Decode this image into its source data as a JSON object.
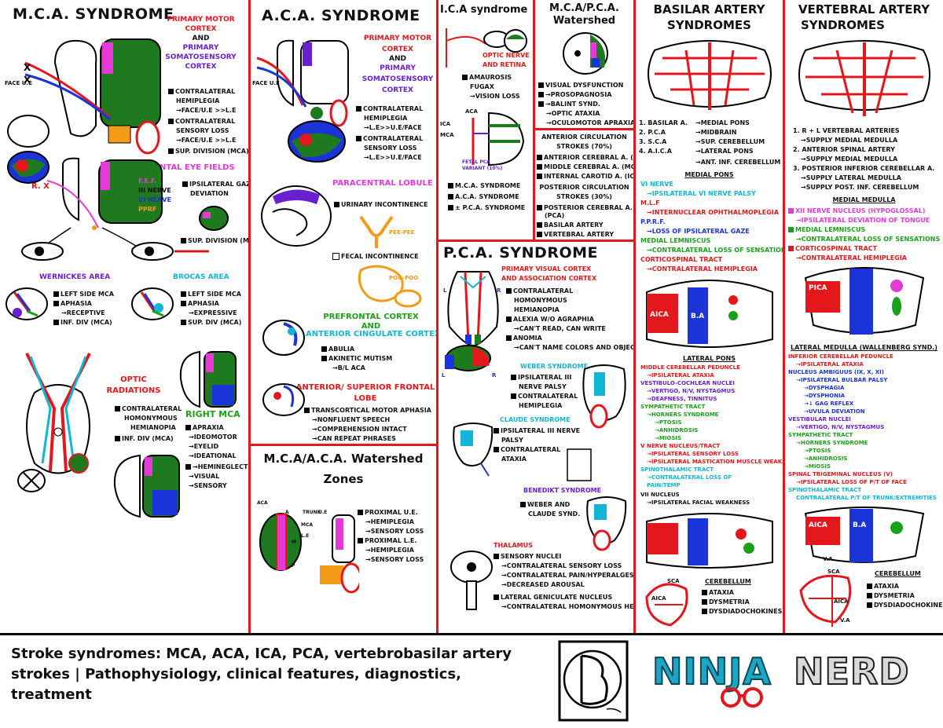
{
  "mca": {
    "title": "M.C.A. SYNDROME",
    "cortex": [
      "Primary motor",
      "cortex",
      "and",
      "Primary",
      "somatosensory",
      "cortex"
    ],
    "deficits": [
      "Contralateral",
      "Hemiplegia",
      "→Face/U.E >>L.E",
      "Contralateral",
      "Sensory loss",
      "→Face/U.E >>L.E",
      "Sup. division (MCA)"
    ],
    "face_label": "Face\nU.E",
    "fef_list": [
      "F.E.F.",
      "III Nerve",
      "VI Nerve",
      "PPRF"
    ],
    "gaze": [
      "Ipsilateral gaze",
      "deviation"
    ],
    "fef_title": "Frontal Eye Fields",
    "gaze_sup": "Sup. division (MCA)",
    "rx": "R. X",
    "wernicke_title": "Wernickes area",
    "wernicke": [
      "Left side MCA",
      "Aphasia",
      "→Receptive",
      "Inf. div (MCA)"
    ],
    "broca_title": "Brocas Area",
    "broca": [
      "Left side MCA",
      "Aphasia",
      "→Expressive",
      "Sup. div (MCA)"
    ],
    "optic_title": [
      "Optic",
      "Radiations"
    ],
    "optic": [
      "Contralateral",
      "Homonymous",
      "Hemianopia",
      "Inf. div (MCA)"
    ],
    "right_title": "Right MCA",
    "right": [
      "Apraxia",
      "→Ideomotor",
      "→Eyelid",
      "→Ideational",
      "→Hemineglect",
      "→Visual",
      "→Sensory"
    ]
  },
  "aca": {
    "title": "A.C.A. SYNDROME",
    "cortex": [
      "Primary motor",
      "cortex",
      "and",
      "Primary",
      "somatosensory",
      "cortex"
    ],
    "deficits": [
      "Contralateral",
      "Hemiplegia",
      "→L.E>>U.E/Face",
      "Contralateral",
      "Sensory loss",
      "→L.E>>U.E/Face"
    ],
    "face_label": "Face\nU.E",
    "paracentral": "Paracentral Lobule",
    "urinary": "Urinary incontinence",
    "pee": "Pee-Pee",
    "fecal": "Fecal incontinence",
    "poo": "Poo-Poo",
    "prefrontal_title": [
      "Prefrontal Cortex",
      "and",
      "Anterior Cingulate Cortex"
    ],
    "prefrontal": [
      "Abulia",
      "Akinetic Mutism",
      "→B/L ACA"
    ],
    "frontal_title": [
      "Anterior/ Superior Frontal",
      "Lobe"
    ],
    "frontal": [
      "Transcortical motor aphasia",
      "→Nonfluent speech",
      "→Comprehension intact",
      "→Can repeat phrases"
    ]
  },
  "watershed_mca_aca": {
    "title": [
      "M.C.A/A.C.A. Watershed",
      "Zones"
    ],
    "labels": [
      "ACA",
      "A",
      "M",
      "P",
      "Trunk",
      "MCA",
      "U.E",
      "L.E"
    ],
    "items": [
      "Proximal U.E.",
      "→Hemiplegia",
      "→Sensory loss",
      "Proximal L.E.",
      "→Hemiplegia",
      "→Sensory loss"
    ]
  },
  "ica": {
    "title": "I.C.A syndrome",
    "optic": [
      "Optic nerve",
      "and retina"
    ],
    "items": [
      "Amaurosis",
      "fugax",
      "→Vision loss"
    ],
    "syndromes": [
      "M.C.A. Syndrome",
      "A.C.A. Syndrome",
      "± P.C.A. Syndrome"
    ],
    "labels": [
      "ICA",
      "ACA",
      "MCA",
      "Fetal PCA",
      "Variant (10%)"
    ]
  },
  "watershed_mca_pca": {
    "title": [
      "M.C.A/P.C.A.",
      "Watershed"
    ],
    "items": [
      "Visual Dysfunction",
      "→Prosopagnosia",
      "→Balint Synd.",
      "→Optic ataxia",
      "→Oculomotor apraxia"
    ]
  },
  "circulation": {
    "anterior_title": [
      "Anterior Circulation",
      "Strokes (70%)"
    ],
    "anterior": [
      "Anterior cerebral A. (ACA)",
      "Middle cerebral A. (MCA)",
      "Internal carotid A. (ICA)"
    ],
    "posterior_title": [
      "Posterior Circulation",
      "Strokes (30%)"
    ],
    "posterior": [
      "Posterior cerebral A.",
      "(PCA)",
      "Basilar Artery",
      "Vertebral Artery"
    ]
  },
  "pca": {
    "title": "P.C.A. SYNDROME",
    "visual_title": [
      "Primary visual cortex",
      "and association cortex"
    ],
    "visual": [
      "Contralateral",
      "Homonymous",
      "Hemianopia",
      "Alexia w/o agraphia",
      "→Can't read, can write",
      "Anomia",
      "→Can't name colors and objects"
    ],
    "lr": [
      "L",
      "R",
      "L",
      "R"
    ],
    "weber_title": "Weber Syndrome",
    "weber": [
      "Ipsilateral III",
      "nerve palsy",
      "Contralateral",
      "hemiplegia"
    ],
    "claude_title": "Claude Syndrome",
    "claude": [
      "Ipsilateral III nerve",
      "palsy",
      "Contralateral",
      "ataxia"
    ],
    "benedikt_title": "Benedikt Syndrome",
    "benedikt": [
      "Weber and",
      "Claude Synd."
    ],
    "thalamus_title": "Thalamus",
    "thalamus": [
      "Sensory Nuclei",
      "→Contralateral Sensory loss",
      "→Contralateral Pain/Hyperalgesia",
      "→Decreased arousal",
      "Lateral geniculate nucleus",
      "→Contralateral Homonymous Hemianopia"
    ]
  },
  "basilar": {
    "title": [
      "BASILAR ARTERY",
      "SYNDROMES"
    ],
    "list": [
      "1. Basilar A.",
      "2. P.C.A",
      "3. S.C.A",
      "4. A.I.C.A",
      "→Medial pons",
      "→Midbrain",
      "→Sup. Cerebellum",
      "→Lateral pons",
      "→Ant. Inf. Cerebellum"
    ],
    "medial_pons": "Medial Pons",
    "tracts": [
      "VI nerve",
      "→Ipsilateral VI nerve palsy",
      "M.L.F",
      "→Internuclear ophthalmoplegia",
      "P.P.R.F.",
      "→Loss of ipsilateral gaze",
      "Medial Lemniscus",
      "→Contralateral loss of sensations",
      "Corticospinal tract",
      "→Contralateral hemiplegia"
    ],
    "lateral_pons": "Lateral pons",
    "lateral": [
      "Middle cerebellar peduncle",
      "→Ipsilateral ataxia",
      "Vestibulo-cochlear nuclei",
      "→Vertigo, N/V, Nystagmus",
      "→Deafness, Tinnitus",
      "Sympathetic tract",
      "→Horners syndrome",
      "→Ptosis",
      "→Anhidrosis",
      "→Miosis",
      "V nerve nucleus/tract",
      "→Ipsilateral sensory loss",
      "→Ipsilateral mastication muscle weakness",
      "Spinothalamic tract",
      "→Contralateral loss of",
      "pain/temp",
      "VII nucleus",
      "→Ipsilateral facial weakness"
    ],
    "cerebellum_title": "Cerebellum",
    "cerebellum": [
      "Ataxia",
      "Dysmetria",
      "Dysdiadochokinesis"
    ],
    "labels": [
      "SCA",
      "AICA",
      "B.A",
      "AICA"
    ]
  },
  "vertebral": {
    "title": [
      "VERTEBRAL ARTERY",
      "SYNDROMES"
    ],
    "list": [
      "1. R + L vertebral arteries",
      "→Supply medial medulla",
      "2. Anterior spinal artery",
      "→Supply medial medulla",
      "3. Posterior inferior cerebellar A.",
      "→Supply lateral medulla",
      "→Supply post. inf. Cerebellum"
    ],
    "medial_medulla": "Medial medulla",
    "medial": [
      "XII nerve nucleus (Hypoglossal)",
      "→Ipsilateral deviation of tongue",
      "Medial Lemniscus",
      "→Contralateral loss of sensations",
      "Corticospinal tract",
      "→Contralateral Hemiplegia"
    ],
    "lateral_medulla": "Lateral medulla (Wallenberg Synd.)",
    "lateral": [
      "Inferior cerebellar peduncle",
      "→Ipsilateral ataxia",
      "Nucleus ambiguus (IX, X, XI)",
      "→Ipsilateral bulbar palsy",
      "→Dysphagia",
      "→Dysphonia",
      "→↓ Gag reflex",
      "→Uvula deviation",
      "Vestibular nuclei",
      "→Vertigo, N/V, Nystagmus",
      "Sympathetic tract",
      "→Horners Syndrome",
      "→Ptosis",
      "→Anhidrosis",
      "→Miosis",
      "Spinal trigeminal nucleus (V)",
      "→Ipsilateral loss of p/t of face",
      "Spinothalamic tract",
      "Contralateral p/t of trunk/extremities"
    ],
    "cerebellum_title": "Cerebellum",
    "cerebellum": [
      "Ataxia",
      "Dysmetria",
      "Dysdiadochokinesis"
    ],
    "labels": [
      "PICA",
      "SCA",
      "AICA",
      "V.A",
      "AICA",
      "B.A",
      "V.A"
    ]
  },
  "footer": {
    "title": [
      "Stroke syndromes: MCA, ACA, ICA, PCA, vertebrobasilar artery",
      "strokes | Pathophysiology, clinical features, diagnostics,",
      "treatment"
    ],
    "logo_ninja": "NINJA",
    "logo_nerd": "NERD"
  },
  "colors": {
    "red": "#e3171c",
    "green": "#1f7a1f",
    "magenta": "#e43ad6",
    "blue": "#1a34d8",
    "purple": "#6a1fd1",
    "cyan": "#10b6d4",
    "orange": "#f39a16"
  }
}
